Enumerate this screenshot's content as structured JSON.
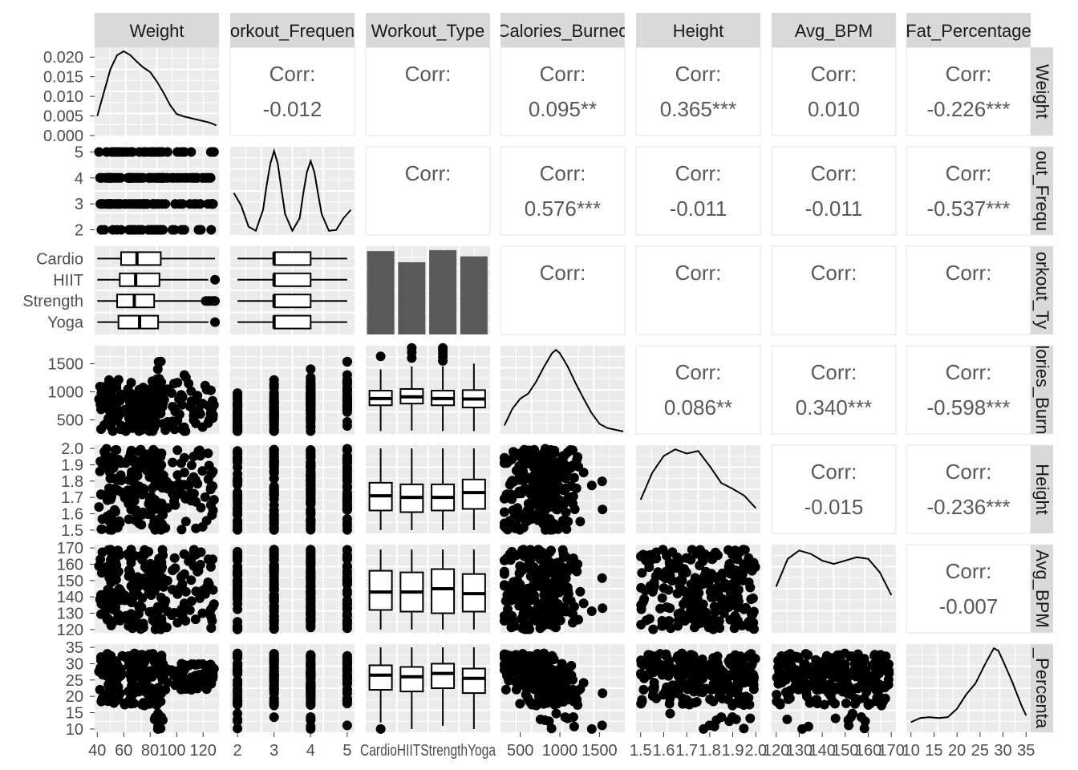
{
  "chart_data": {
    "type": "scatterplot-matrix",
    "variables": [
      "Weight",
      "Workout_Frequency",
      "Workout_Type",
      "Calories_Burned",
      "Height",
      "Avg_BPM",
      "Fat_Percentage"
    ],
    "column_strip_labels": [
      "Weight",
      "orkout_Frequen",
      "Workout_Type",
      "Calories_Burned",
      "Height",
      "Avg_BPM",
      "Fat_Percentage"
    ],
    "row_strip_labels": [
      "Weight",
      "out_Frequ",
      "orkout_Ty",
      "lories_Burn",
      "Height",
      "Avg_BPM",
      "_Percenta"
    ],
    "correlation_label": "Corr:",
    "correlations": [
      {
        "row": 0,
        "col": 1,
        "value": "-0.012"
      },
      {
        "row": 0,
        "col": 3,
        "value": "0.095**"
      },
      {
        "row": 0,
        "col": 4,
        "value": "0.365***"
      },
      {
        "row": 0,
        "col": 5,
        "value": "0.010"
      },
      {
        "row": 0,
        "col": 6,
        "value": "-0.226***"
      },
      {
        "row": 1,
        "col": 3,
        "value": "0.576***"
      },
      {
        "row": 1,
        "col": 4,
        "value": "-0.011"
      },
      {
        "row": 1,
        "col": 5,
        "value": "-0.011"
      },
      {
        "row": 1,
        "col": 6,
        "value": "-0.537***"
      },
      {
        "row": 3,
        "col": 4,
        "value": "0.086**"
      },
      {
        "row": 3,
        "col": 5,
        "value": "0.340***"
      },
      {
        "row": 3,
        "col": 6,
        "value": "-0.598***"
      },
      {
        "row": 4,
        "col": 5,
        "value": "-0.015"
      },
      {
        "row": 4,
        "col": 6,
        "value": "-0.236***"
      },
      {
        "row": 5,
        "col": 6,
        "value": "-0.007"
      }
    ],
    "axes": {
      "weight": {
        "range": [
          38,
          132
        ],
        "ticks": [
          40,
          60,
          80,
          100,
          120
        ],
        "tick_labels": [
          "40",
          "60",
          "80100",
          "120"
        ]
      },
      "workout_frequency": {
        "range": [
          1.8,
          5.2
        ],
        "ticks": [
          2,
          3,
          4,
          5
        ],
        "tick_labels": [
          "2",
          "3",
          "4",
          "5"
        ]
      },
      "workout_type": {
        "categories": [
          "Cardio",
          "HIIT",
          "Strength",
          "Yoga"
        ],
        "tick_label_text": "CardioHIITStrengthYoga"
      },
      "calories_burned": {
        "range": [
          250,
          1820
        ],
        "ticks": [
          500,
          1000,
          1500
        ],
        "tick_labels": [
          "500",
          "1000",
          "1500"
        ]
      },
      "height": {
        "range": [
          1.48,
          2.02
        ],
        "ticks": [
          1.5,
          1.6,
          1.7,
          1.8,
          1.9,
          2.0
        ],
        "tick_labels": [
          "1.5",
          "1.6",
          "1.7",
          "1.8",
          "1.9",
          "2.0"
        ]
      },
      "avg_bpm": {
        "range": [
          118,
          172
        ],
        "ticks": [
          120,
          130,
          140,
          150,
          160,
          170
        ],
        "tick_labels": [
          "120",
          "130",
          "140",
          "150",
          "160",
          "170"
        ]
      },
      "fat_percentage": {
        "range": [
          9,
          36
        ],
        "ticks": [
          10,
          15,
          20,
          25,
          30,
          35
        ],
        "tick_labels": [
          "10",
          "15",
          "20",
          "25",
          "30",
          "35"
        ]
      },
      "weight_density": {
        "range": [
          0,
          0.0225
        ],
        "ticks": [
          0,
          0.005,
          0.01,
          0.015,
          0.02
        ],
        "tick_labels": [
          "0.000",
          "0.005",
          "0.010",
          "0.015",
          "0.020"
        ]
      }
    },
    "densities": {
      "weight": {
        "x": [
          40,
          45,
          50,
          55,
          60,
          65,
          70,
          75,
          80,
          85,
          90,
          95,
          100,
          105,
          110,
          115,
          120,
          125,
          130
        ],
        "y": [
          0.005,
          0.011,
          0.017,
          0.0205,
          0.0215,
          0.0205,
          0.0188,
          0.0173,
          0.0162,
          0.0138,
          0.011,
          0.0078,
          0.0055,
          0.0049,
          0.0045,
          0.0041,
          0.0037,
          0.0033,
          0.0026
        ]
      },
      "workout_frequency": {
        "x": [
          1.9,
          2.1,
          2.3,
          2.5,
          2.7,
          2.8,
          2.9,
          3.0,
          3.1,
          3.2,
          3.3,
          3.5,
          3.7,
          3.8,
          3.9,
          4.0,
          4.1,
          4.2,
          4.3,
          4.5,
          4.7,
          4.9,
          5.1
        ],
        "y": [
          0.5,
          0.35,
          0.1,
          0.05,
          0.3,
          0.6,
          0.85,
          1.0,
          0.85,
          0.55,
          0.25,
          0.05,
          0.2,
          0.5,
          0.75,
          0.88,
          0.75,
          0.5,
          0.25,
          0.05,
          0.06,
          0.2,
          0.3
        ]
      },
      "calories_burned": {
        "x": [
          300,
          400,
          500,
          600,
          700,
          800,
          900,
          950,
          1000,
          1100,
          1200,
          1300,
          1400,
          1500,
          1600,
          1700,
          1800
        ],
        "y": [
          0.1,
          0.3,
          0.42,
          0.48,
          0.62,
          0.8,
          0.96,
          1.0,
          0.96,
          0.8,
          0.6,
          0.42,
          0.25,
          0.12,
          0.07,
          0.05,
          0.03
        ]
      },
      "height": {
        "x": [
          1.5,
          1.55,
          1.6,
          1.65,
          1.7,
          1.75,
          1.8,
          1.85,
          1.9,
          1.95,
          2.0
        ],
        "y": [
          0.4,
          0.72,
          0.92,
          1.0,
          0.95,
          0.98,
          0.8,
          0.6,
          0.53,
          0.45,
          0.3
        ]
      },
      "avg_bpm": {
        "x": [
          120,
          125,
          130,
          135,
          140,
          145,
          150,
          155,
          160,
          165,
          170
        ],
        "y": [
          0.55,
          0.88,
          0.98,
          0.94,
          0.86,
          0.82,
          0.86,
          0.9,
          0.88,
          0.72,
          0.45
        ]
      },
      "fat_percentage": {
        "x": [
          10,
          12,
          14,
          16,
          18,
          20,
          22,
          24,
          26,
          27,
          28,
          29,
          30,
          32,
          34,
          35
        ],
        "y": [
          0.12,
          0.17,
          0.18,
          0.17,
          0.18,
          0.28,
          0.45,
          0.58,
          0.8,
          0.9,
          1.0,
          0.97,
          0.85,
          0.6,
          0.32,
          0.2
        ]
      }
    },
    "workout_type_counts": [
      {
        "category": "Cardio",
        "count": 255
      },
      {
        "category": "HIIT",
        "count": 221
      },
      {
        "category": "Strength",
        "count": 258
      },
      {
        "category": "Yoga",
        "count": 239
      }
    ],
    "boxplots": {
      "weight_by_type": [
        {
          "category": "Cardio",
          "q1": 58,
          "median": 70,
          "q3": 88,
          "low": 40,
          "high": 129
        },
        {
          "category": "HIIT",
          "q1": 57,
          "median": 69,
          "q3": 87,
          "low": 40,
          "high": 124,
          "outliers": [
            129
          ]
        },
        {
          "category": "Strength",
          "q1": 55,
          "median": 68,
          "q3": 83,
          "low": 40,
          "high": 120,
          "outliers": [
            122,
            124,
            126,
            128,
            129
          ]
        },
        {
          "category": "Yoga",
          "q1": 56,
          "median": 72,
          "q3": 86,
          "low": 40,
          "high": 124,
          "outliers": [
            129
          ]
        }
      ],
      "frequency_by_type": [
        {
          "category": "Cardio",
          "q1": 3,
          "median": 3,
          "q3": 4,
          "low": 2,
          "high": 5
        },
        {
          "category": "HIIT",
          "q1": 3,
          "median": 3,
          "q3": 4,
          "low": 2,
          "high": 5
        },
        {
          "category": "Strength",
          "q1": 3,
          "median": 3,
          "q3": 4,
          "low": 2,
          "high": 5
        },
        {
          "category": "Yoga",
          "q1": 3,
          "median": 3,
          "q3": 4,
          "low": 2,
          "high": 5
        }
      ],
      "calories_by_type": [
        {
          "category": "Cardio",
          "q1": 760,
          "median": 880,
          "q3": 1020,
          "low": 300,
          "high": 1400,
          "outliers": [
            1630
          ]
        },
        {
          "category": "HIIT",
          "q1": 790,
          "median": 910,
          "q3": 1050,
          "low": 310,
          "high": 1450,
          "outliers": [
            1600,
            1700,
            1780
          ]
        },
        {
          "category": "Strength",
          "q1": 760,
          "median": 880,
          "q3": 1020,
          "low": 300,
          "high": 1450,
          "outliers": [
            1550,
            1620,
            1680,
            1740,
            1780
          ]
        },
        {
          "category": "Yoga",
          "q1": 720,
          "median": 870,
          "q3": 1030,
          "low": 300,
          "high": 1500
        }
      ],
      "height_by_type": [
        {
          "category": "Cardio",
          "q1": 1.62,
          "median": 1.71,
          "q3": 1.79,
          "low": 1.5,
          "high": 2.0
        },
        {
          "category": "HIIT",
          "q1": 1.61,
          "median": 1.7,
          "q3": 1.78,
          "low": 1.5,
          "high": 2.0
        },
        {
          "category": "Strength",
          "q1": 1.62,
          "median": 1.7,
          "q3": 1.78,
          "low": 1.5,
          "high": 2.0
        },
        {
          "category": "Yoga",
          "q1": 1.63,
          "median": 1.73,
          "q3": 1.81,
          "low": 1.5,
          "high": 2.0
        }
      ],
      "bpm_by_type": [
        {
          "category": "Cardio",
          "q1": 132,
          "median": 143,
          "q3": 156,
          "low": 120,
          "high": 169
        },
        {
          "category": "HIIT",
          "q1": 131,
          "median": 143,
          "q3": 155,
          "low": 120,
          "high": 169
        },
        {
          "category": "Strength",
          "q1": 130,
          "median": 145,
          "q3": 157,
          "low": 120,
          "high": 169
        },
        {
          "category": "Yoga",
          "q1": 131,
          "median": 142,
          "q3": 154,
          "low": 120,
          "high": 169
        }
      ],
      "fat_by_type": [
        {
          "category": "Cardio",
          "q1": 22,
          "median": 26.5,
          "q3": 29.5,
          "low": 12,
          "high": 35,
          "outliers": [
            10
          ]
        },
        {
          "category": "HIIT",
          "q1": 21.5,
          "median": 26,
          "q3": 29,
          "low": 10,
          "high": 35
        },
        {
          "category": "Strength",
          "q1": 22.5,
          "median": 27,
          "q3": 30,
          "low": 11,
          "high": 35
        },
        {
          "category": "Yoga",
          "q1": 21,
          "median": 25.5,
          "q3": 28.5,
          "low": 10,
          "high": 35
        }
      ]
    },
    "grid": true,
    "legend": "none"
  },
  "colors": {
    "panel_background": "#ebebeb",
    "grid": "#ffffff",
    "strip": "#d9d9d9",
    "ink": "#000000",
    "bar": "#595959",
    "corr_text": "#595959",
    "tick_text": "#4d4d4d"
  }
}
